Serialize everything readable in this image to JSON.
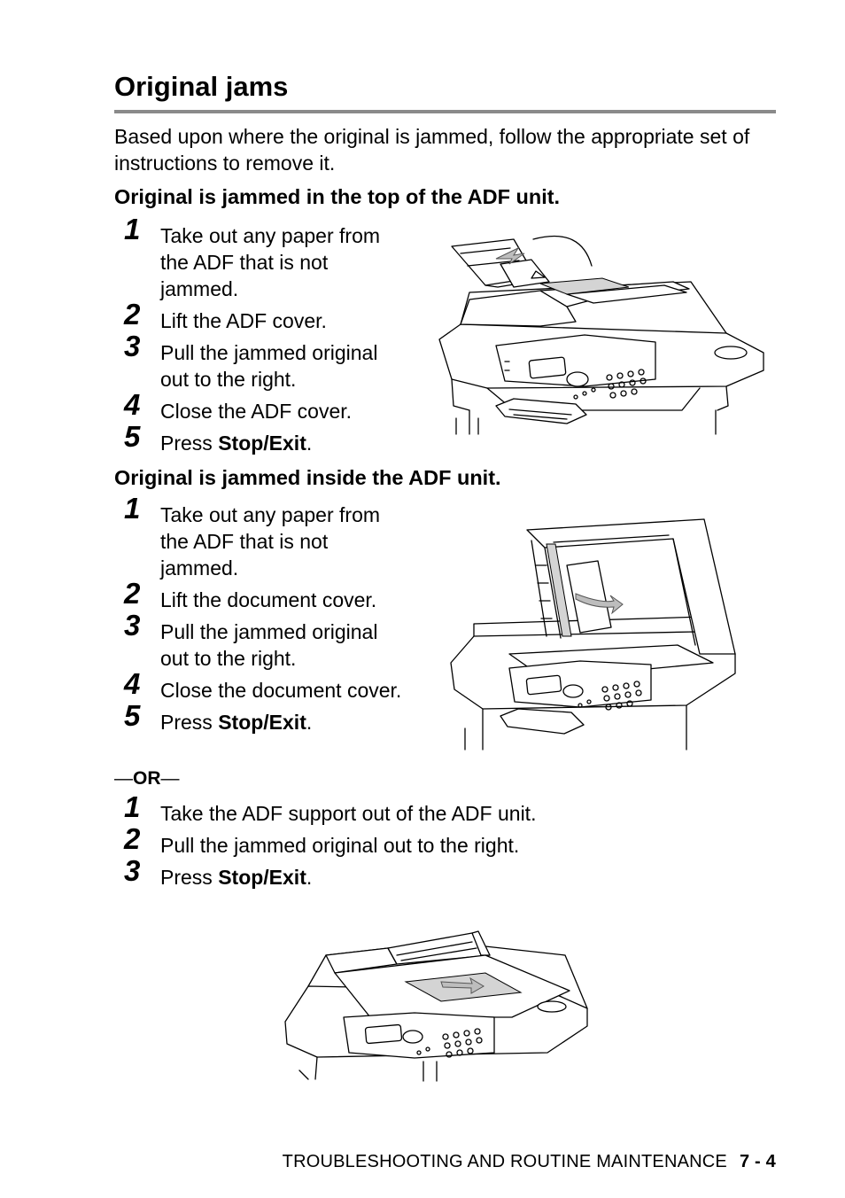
{
  "title": "Original jams",
  "intro": "Based upon where the original is jammed, follow the appropriate set of instructions to remove it.",
  "section_top": {
    "heading": "Original is jammed in the top of the ADF unit.",
    "steps": [
      {
        "num": "1",
        "text": "Take out any paper from the ADF that is not jammed."
      },
      {
        "num": "2",
        "text": "Lift the ADF cover."
      },
      {
        "num": "3",
        "text": "Pull the jammed original out to the right."
      },
      {
        "num": "4",
        "text": "Close the ADF cover."
      },
      {
        "num": "5",
        "text_pre": "Press ",
        "text_bold": "Stop/Exit",
        "text_post": "."
      }
    ]
  },
  "section_inside": {
    "heading": "Original is jammed inside the ADF unit.",
    "steps": [
      {
        "num": "1",
        "text": "Take out any paper from the ADF that is not jammed."
      },
      {
        "num": "2",
        "text": "Lift the document cover."
      },
      {
        "num": "3",
        "text": "Pull the jammed original out to the right."
      },
      {
        "num": "4",
        "text": "Close the document cover."
      },
      {
        "num": "5",
        "text_pre": "Press ",
        "text_bold": "Stop/Exit",
        "text_post": "."
      }
    ]
  },
  "or_separator": {
    "dash_left": "—",
    "label": "OR",
    "dash_right": "—"
  },
  "section_alt": {
    "steps": [
      {
        "num": "1",
        "text": "Take the ADF support out of the ADF unit."
      },
      {
        "num": "2",
        "text": "Pull the jammed original out to the right."
      },
      {
        "num": "3",
        "text_pre": "Press ",
        "text_bold": "Stop/Exit",
        "text_post": "."
      }
    ]
  },
  "footer": {
    "chapter": "TROUBLESHOOTING AND ROUTINE MAINTENANCE",
    "page": "7 - 4"
  },
  "figures": {
    "fig1": "machine-adf-cover-open-illustration",
    "fig2": "machine-document-cover-open-illustration",
    "fig3": "machine-adf-support-removed-illustration"
  }
}
